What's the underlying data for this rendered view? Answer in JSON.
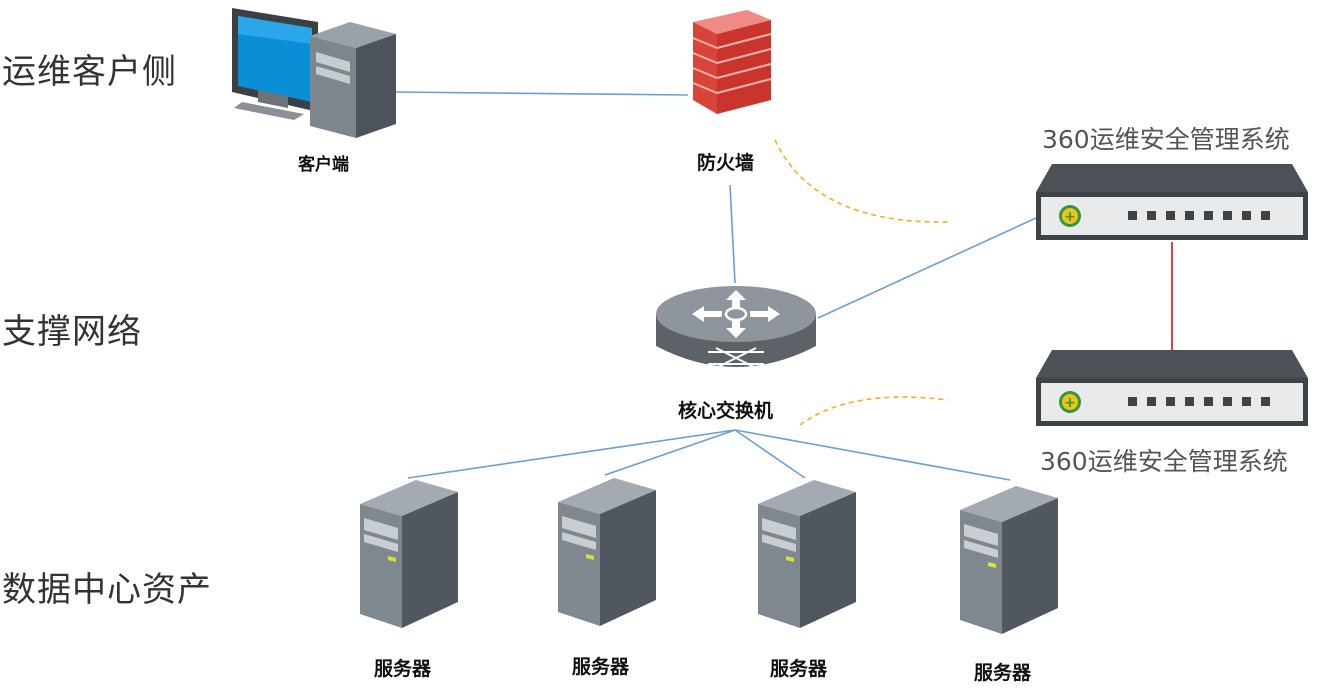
{
  "tiers": {
    "client_side": "运维客户侧",
    "support_network": "支撑网络",
    "datacenter_assets": "数据中心资产"
  },
  "nodes": {
    "client": "客户端",
    "firewall": "防火墙",
    "core_switch": "核心交换机",
    "server_1": "服务器",
    "server_2": "服务器",
    "server_3": "服务器",
    "server_4": "服务器"
  },
  "appliances": {
    "top_label": "360运维安全管理系统",
    "bottom_label": "360运维安全管理系统"
  },
  "colors": {
    "link": "#6a9fd4",
    "ha_link": "#d9302a",
    "bypass_arc": "#f2b01e"
  },
  "icons": {
    "client": "desktop-computer-icon",
    "firewall": "brick-firewall-icon",
    "core_switch": "router-switch-icon",
    "appliance": "rack-appliance-icon",
    "server": "tower-server-icon"
  }
}
